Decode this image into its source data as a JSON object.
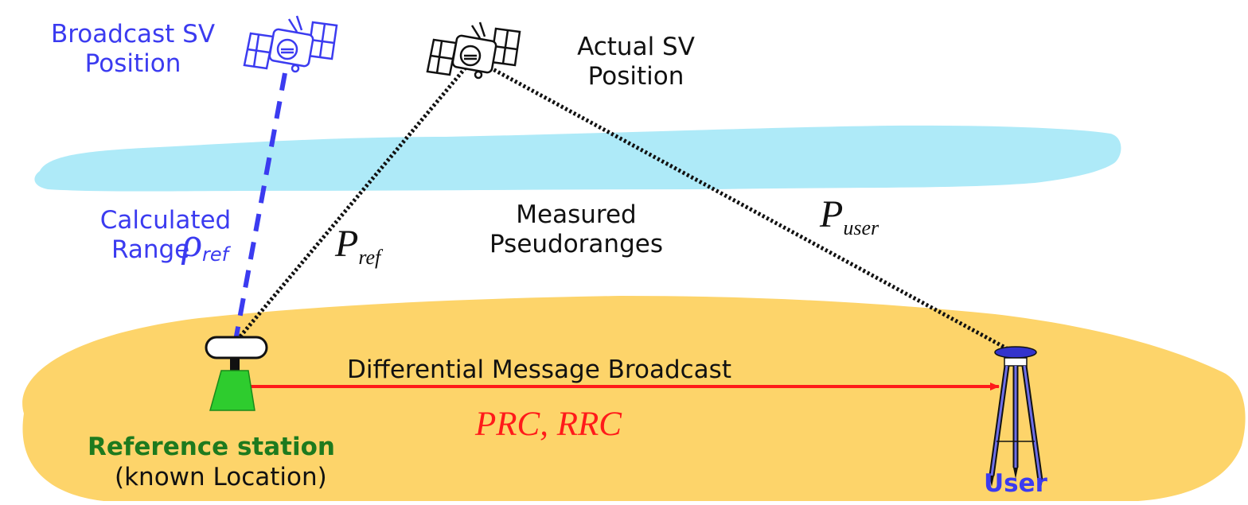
{
  "labels": {
    "broadcast_sv": [
      "Broadcast SV",
      "Position"
    ],
    "actual_sv": [
      "Actual SV",
      "Position"
    ],
    "calculated_range": [
      "Calculated",
      "Range"
    ],
    "measured_pseudoranges": [
      "Measured",
      "Pseudoranges"
    ],
    "differential_message": "Differential Message Broadcast",
    "corrections": "PRC, RRC",
    "reference_station": "Reference station",
    "known_location": "(known Location)",
    "user": "User"
  },
  "symbols": {
    "rho": "ρ",
    "rho_sub": "ref",
    "p_ref": "P",
    "p_ref_sub": "ref",
    "p_user": "P",
    "p_user_sub": "user"
  },
  "colors": {
    "blue_text": "#3b3bf0",
    "green_text": "#1e7a1e",
    "red": "#ff1a1a",
    "cloud": "#aeeaf8",
    "ground": "#fdd46a",
    "station_green": "#2ecc2e",
    "user_blue": "#3333cc"
  },
  "icons": [
    "satellite-icon",
    "reference-station-icon",
    "surveying-tripod-icon"
  ]
}
